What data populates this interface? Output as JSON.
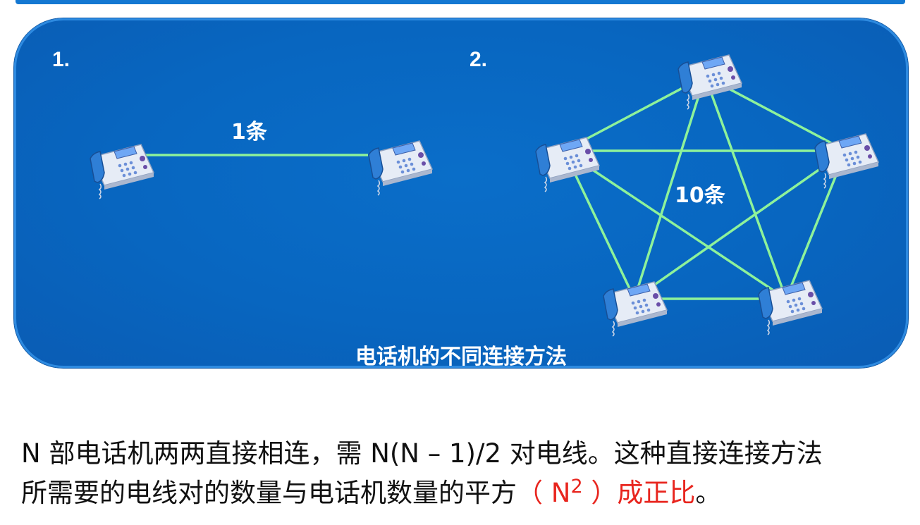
{
  "panel": {
    "label_1": "1.",
    "label_2": "2.",
    "count_1": "1条",
    "count_2": "10条",
    "caption": "电话机的不同连接方法"
  },
  "text": {
    "line1": "N 部电话机两两直接相连，需 N(N – 1)/2 对电线。这种直接连接方法",
    "line2_main": "所需要的电线对的数量与电话机数量的平方",
    "paren_open": "（ N",
    "exponent": "2",
    "paren_close": " ）成正比",
    "period": "。"
  },
  "colors": {
    "panel_blue": "#0866c0",
    "link_green": "#8ef29a",
    "highlight_red": "#e8251e"
  },
  "icons": {
    "node": "telephone-icon"
  }
}
